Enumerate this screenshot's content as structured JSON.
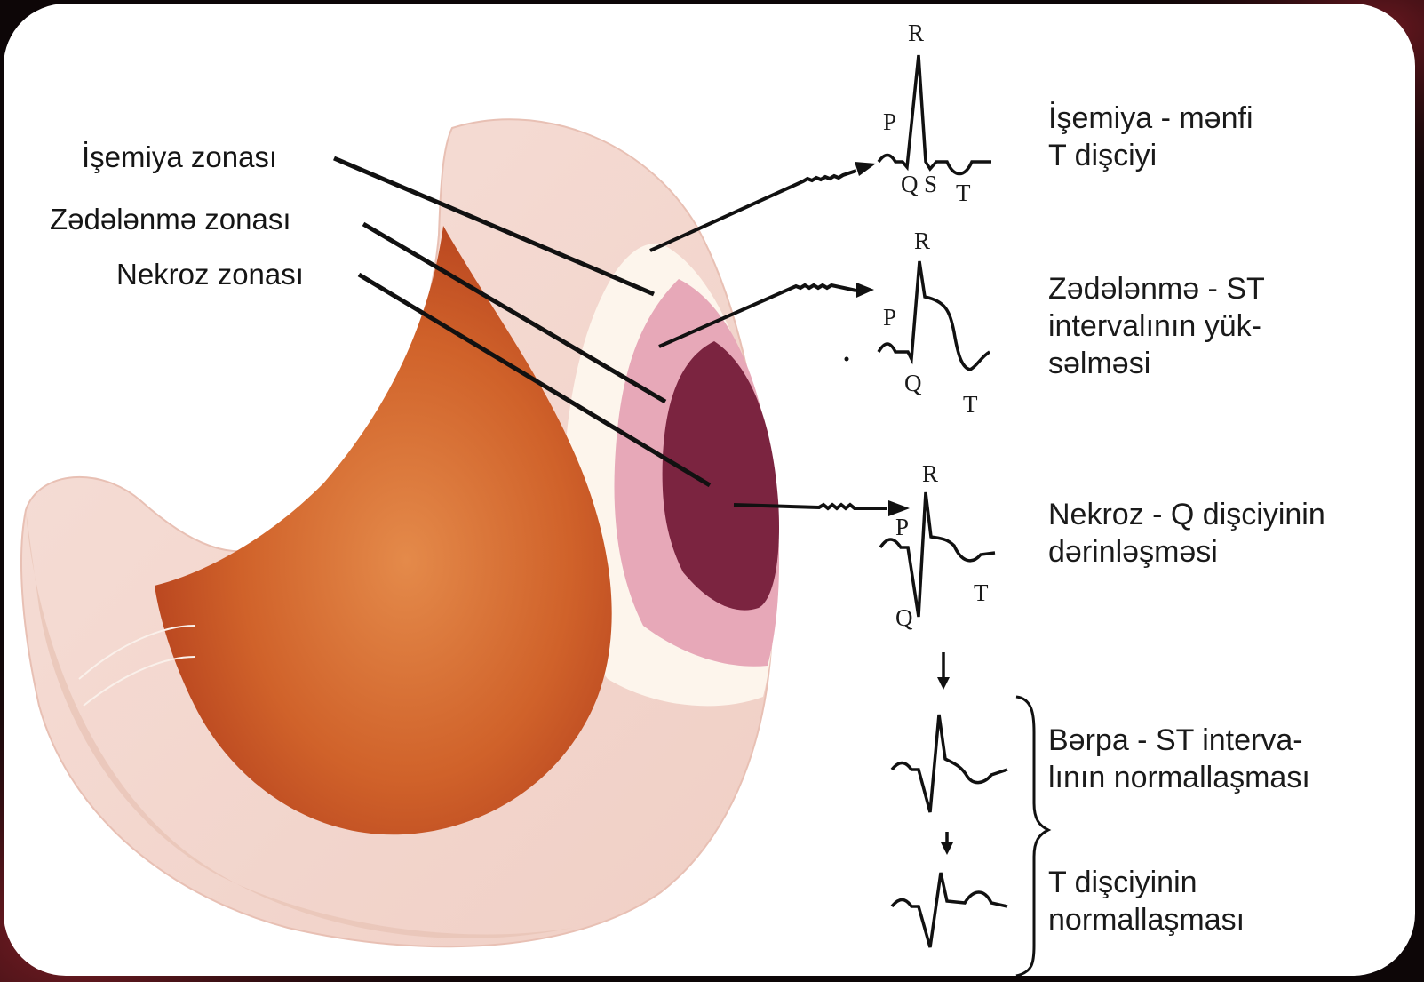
{
  "zones": {
    "ischemia": "İşemiya zonası",
    "injury": "Zədələnmə zonası",
    "necrosis": "Nekroz zonası"
  },
  "ecg_letters": {
    "p": "P",
    "q": "Q",
    "r": "R",
    "s": "S",
    "t": "T"
  },
  "stages": {
    "ischemia": {
      "line1": "İşemiya - mənfi",
      "line2": "T dişciyi"
    },
    "injury": {
      "line1": "Zədələnmə - ST",
      "line2": "intervalının yük-",
      "line3": "səlməsi"
    },
    "necrosis": {
      "line1": "Nekroz - Q dişciyinin",
      "line2": "dərinləşməsi"
    },
    "recovery": {
      "line1": "Bərpa - ST interva-",
      "line2": "lının normallaşması"
    },
    "t_normal": {
      "line1": "T dişciyinin",
      "line2": "normallaşması"
    }
  },
  "colors": {
    "background": "#0d0607",
    "card": "#ffffff",
    "myocardium_outer": "#f3d7cf",
    "cavity": "#d4692f",
    "ischemia_ring": "#fdf3ea",
    "injury_zone": "#e6a4b4",
    "necrosis_zone": "#7b2440",
    "lines": "#111111"
  }
}
